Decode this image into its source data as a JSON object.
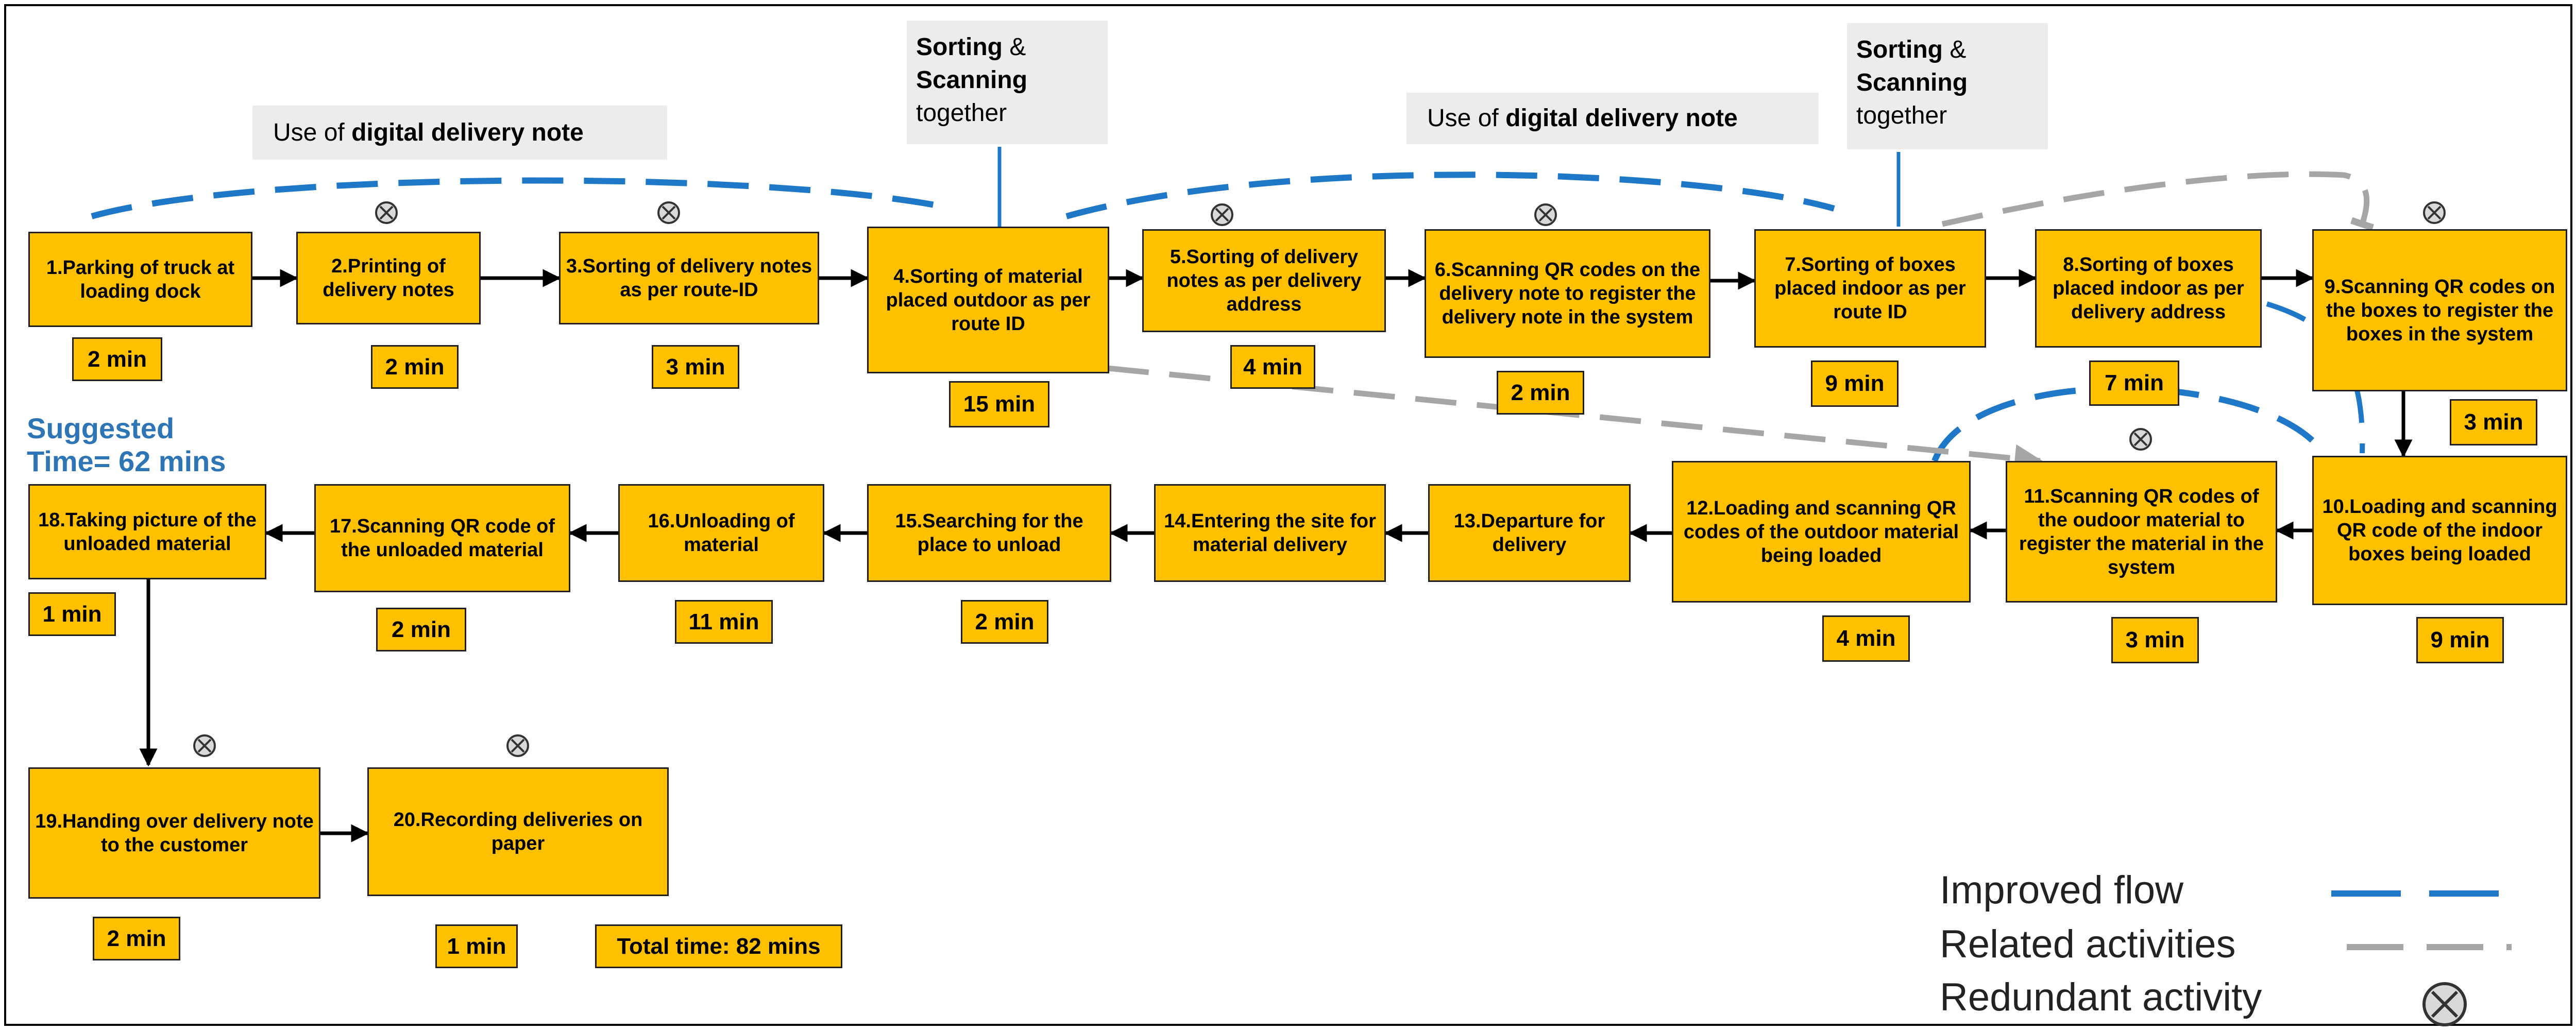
{
  "steps": [
    {
      "id": 1,
      "label": "1.Parking of truck at loading dock",
      "time": "2 min",
      "redundant": false
    },
    {
      "id": 2,
      "label": "2.Printing of delivery notes",
      "time": "2 min",
      "redundant": true
    },
    {
      "id": 3,
      "label": "3.Sorting of delivery notes as per route-ID",
      "time": "3 min",
      "redundant": true
    },
    {
      "id": 4,
      "label": "4.Sorting of material placed outdoor as per route ID",
      "time": "15 min",
      "redundant": false
    },
    {
      "id": 5,
      "label": "5.Sorting of delivery notes as per delivery address",
      "time": "4 min",
      "redundant": true
    },
    {
      "id": 6,
      "label": "6.Scanning QR codes on the delivery note to register the delivery note in the system",
      "time": "2 min",
      "redundant": true
    },
    {
      "id": 7,
      "label": "7.Sorting of boxes placed indoor as per route ID",
      "time": "9 min",
      "redundant": false
    },
    {
      "id": 8,
      "label": "8.Sorting of boxes placed indoor as per delivery address",
      "time": "7 min",
      "redundant": false
    },
    {
      "id": 9,
      "label": "9.Scanning QR codes on the boxes to register the boxes in the system",
      "time": "3 min",
      "redundant": true
    },
    {
      "id": 10,
      "label": "10.Loading and scanning QR code of the indoor boxes being loaded",
      "time": "9 min",
      "redundant": false
    },
    {
      "id": 11,
      "label": "11.Scanning QR codes of the oudoor material to register the material in the system",
      "time": "3 min",
      "redundant": true
    },
    {
      "id": 12,
      "label": "12.Loading and scanning QR codes of the outdoor material being loaded",
      "time": "4 min",
      "redundant": false
    },
    {
      "id": 13,
      "label": "13.Departure for delivery",
      "time": "",
      "redundant": false
    },
    {
      "id": 14,
      "label": "14.Entering the site for material delivery",
      "time": "",
      "redundant": false
    },
    {
      "id": 15,
      "label": "15.Searching for the place to unload",
      "time": "2 min",
      "redundant": false
    },
    {
      "id": 16,
      "label": "16.Unloading of material",
      "time": "11 min",
      "redundant": false
    },
    {
      "id": 17,
      "label": "17.Scanning QR code of the unloaded material",
      "time": "2 min",
      "redundant": false
    },
    {
      "id": 18,
      "label": "18.Taking picture of the unloaded material",
      "time": "1 min",
      "redundant": false
    },
    {
      "id": 19,
      "label": "19.Handing over delivery note to the customer",
      "time": "2 min",
      "redundant": true
    },
    {
      "id": 20,
      "label": "20.Recording deliveries on paper",
      "time": "1 min",
      "redundant": true
    }
  ],
  "flow": [
    [
      1,
      2
    ],
    [
      2,
      3
    ],
    [
      3,
      4
    ],
    [
      4,
      5
    ],
    [
      5,
      6
    ],
    [
      6,
      7
    ],
    [
      7,
      8
    ],
    [
      8,
      9
    ],
    [
      9,
      10
    ],
    [
      10,
      11
    ],
    [
      11,
      12
    ],
    [
      12,
      13
    ],
    [
      13,
      14
    ],
    [
      14,
      15
    ],
    [
      15,
      16
    ],
    [
      16,
      17
    ],
    [
      17,
      18
    ],
    [
      18,
      19
    ],
    [
      19,
      20
    ]
  ],
  "notes": {
    "digital_note_1": {
      "prefix": "Use of ",
      "bold": "digital delivery note"
    },
    "digital_note_2": {
      "prefix": "Use of ",
      "bold": "digital delivery note"
    },
    "sorting_1": {
      "bold1": "Sorting",
      "amp": " &",
      "bold2": "Scanning",
      "rest": "together"
    },
    "sorting_2": {
      "bold1": "Sorting",
      "amp": " &",
      "bold2": "Scanning",
      "rest": "together"
    }
  },
  "suggested_time": {
    "line1": "Suggested",
    "line2": "Time= 62 mins"
  },
  "total_time": "Total time: 82 mins",
  "legend": {
    "improved": "Improved flow",
    "related": "Related activities",
    "redundant": "Redundant activity"
  },
  "colors": {
    "box_fill": "#FFC000",
    "improved_flow": "#1F77C8",
    "related_activities": "#A6A6A6",
    "suggested_text": "#2E75B6"
  },
  "icons": {
    "redundant": "circled-x-icon"
  }
}
